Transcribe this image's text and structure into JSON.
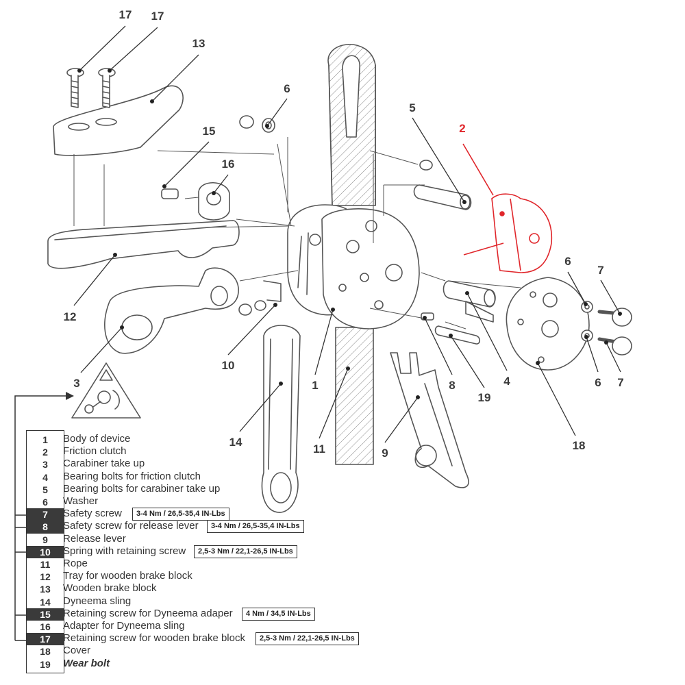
{
  "callouts": [
    {
      "num": "17"
    },
    {
      "num": "17"
    },
    {
      "num": "13"
    },
    {
      "num": "6"
    },
    {
      "num": "5"
    },
    {
      "num": "2"
    },
    {
      "num": "15"
    },
    {
      "num": "16"
    },
    {
      "num": "12"
    },
    {
      "num": "6"
    },
    {
      "num": "7"
    },
    {
      "num": "3"
    },
    {
      "num": "10"
    },
    {
      "num": "1"
    },
    {
      "num": "8"
    },
    {
      "num": "19"
    },
    {
      "num": "4"
    },
    {
      "num": "6"
    },
    {
      "num": "7"
    },
    {
      "num": "14"
    },
    {
      "num": "11"
    },
    {
      "num": "9"
    },
    {
      "num": "18"
    }
  ],
  "legend": [
    {
      "num": "1",
      "label": "Body of device",
      "dark": false,
      "torque": ""
    },
    {
      "num": "2",
      "label": "Friction clutch",
      "dark": false,
      "torque": ""
    },
    {
      "num": "3",
      "label": "Carabiner take up",
      "dark": false,
      "torque": ""
    },
    {
      "num": "4",
      "label": "Bearing bolts for friction clutch",
      "dark": false,
      "torque": ""
    },
    {
      "num": "5",
      "label": "Bearing bolts for carabiner take up",
      "dark": false,
      "torque": ""
    },
    {
      "num": "6",
      "label": "Washer",
      "dark": false,
      "torque": ""
    },
    {
      "num": "7",
      "label": "Safety screw",
      "dark": true,
      "torque": "3-4 Nm / 26,5-35,4 IN-Lbs"
    },
    {
      "num": "8",
      "label": "Safety screw for release lever",
      "dark": true,
      "torque": "3-4 Nm / 26,5-35,4 IN-Lbs"
    },
    {
      "num": "9",
      "label": "Release lever",
      "dark": false,
      "torque": ""
    },
    {
      "num": "10",
      "label": "Spring with retaining screw",
      "dark": true,
      "torque": "2,5-3 Nm / 22,1-26,5 IN-Lbs"
    },
    {
      "num": "11",
      "label": "Rope",
      "dark": false,
      "torque": ""
    },
    {
      "num": "12",
      "label": "Tray for wooden brake block",
      "dark": false,
      "torque": ""
    },
    {
      "num": "13",
      "label": "Wooden brake block",
      "dark": false,
      "torque": ""
    },
    {
      "num": "14",
      "label": "Dyneema sling",
      "dark": false,
      "torque": ""
    },
    {
      "num": "15",
      "label": "Retaining screw for Dyneema adaper",
      "dark": true,
      "torque": "4 Nm / 34,5 IN-Lbs"
    },
    {
      "num": "16",
      "label": "Adapter for Dyneema sling",
      "dark": false,
      "torque": ""
    },
    {
      "num": "17",
      "label": "Retaining screw for wooden brake block",
      "dark": true,
      "torque": "2,5-3 Nm / 22,1-26,5 IN-Lbs"
    },
    {
      "num": "18",
      "label": "Cover",
      "dark": false,
      "torque": ""
    },
    {
      "num": "19",
      "label": "Wear bolt",
      "dark": false,
      "torque": "",
      "italic": true
    }
  ],
  "colors": {
    "line": "#3a3a3a",
    "highlight": "#e0262b"
  },
  "highlighted_part": "2"
}
